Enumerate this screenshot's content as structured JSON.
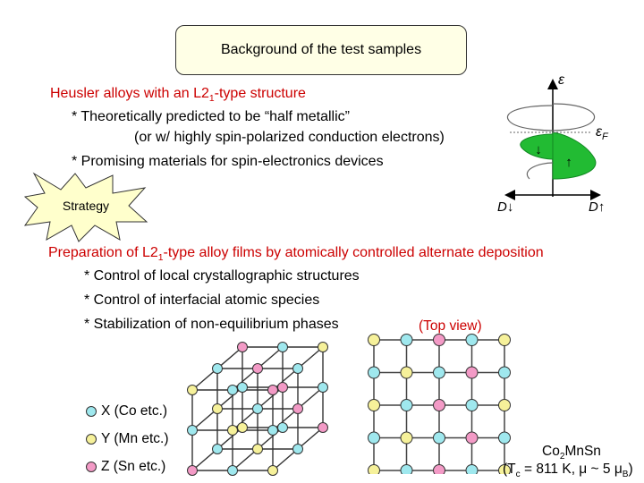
{
  "title": "Background of the test samples",
  "heusler": {
    "heading_pre": "Heusler alloys with an L2",
    "heading_sub": "1",
    "heading_post": "-type structure",
    "bullet1": "* Theoretically predicted to be “half metallic”",
    "bullet1b": "(or w/ highly spin-polarized conduction electrons)",
    "bullet2": "* Promising materials for spin-electronics devices"
  },
  "strategy": "Strategy",
  "prep": {
    "heading_pre": "Preparation of L2",
    "heading_sub": "1",
    "heading_post": "-type alloy films by atomically controlled alternate deposition",
    "items": [
      "* Control of local crystallographic structures",
      "* Control of interfacial atomic species",
      "* Stabilization of non-equilibrium phases"
    ]
  },
  "band": {
    "energy": "ε",
    "fermi": "ε",
    "fermi_sub": "F",
    "dos_down": "D↓",
    "dos_up": "D↑",
    "arrow_down": "↓",
    "arrow_up": "↑"
  },
  "top_view": "(Top view)",
  "legend": [
    {
      "label": "X (Co etc.)",
      "color": "#9fe8ee"
    },
    {
      "label": "Y (Mn etc.)",
      "color": "#f6f19a"
    },
    {
      "label": "Z (Sn etc.)",
      "color": "#f39ac6"
    }
  ],
  "compound": {
    "formula_pre": "Co",
    "formula_sub": "2",
    "formula_post": "MnSn",
    "props": "(T",
    "props_sub": "c",
    "props_post": " = 811 K, μ ~ 5 μ",
    "props_sub2": "B",
    "props_end": ")"
  },
  "colors": {
    "X": "#9fe8ee",
    "Y": "#f6f19a",
    "Z": "#f39ac6",
    "accent": "#cc0000",
    "band_fill": "#22bb33"
  }
}
